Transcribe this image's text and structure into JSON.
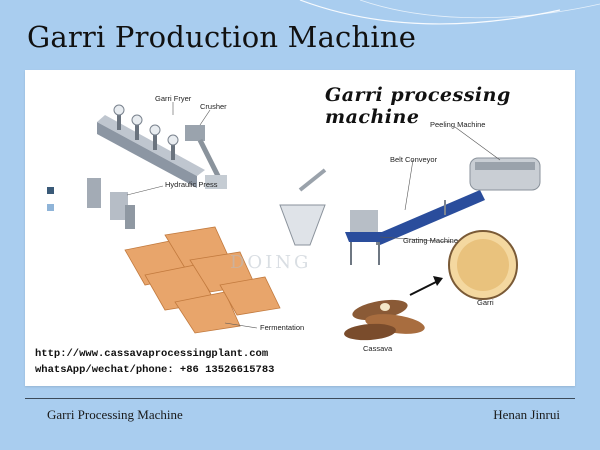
{
  "slide": {
    "title": "Garri Production Machine",
    "footer_left": "Garri Processing Machine",
    "footer_right": "Henan Jinrui"
  },
  "image": {
    "heading": "Garri processing machine",
    "watermark": "DOING",
    "labels": {
      "fryer": "Garri Fryer",
      "crusher": "Crusher",
      "press": "Hydraulic Press",
      "fermentation": "Fermentation",
      "peeling": "Peeling Machine",
      "conveyor": "Belt Conveyor",
      "grating": "Grating Machine",
      "garri": "Garri",
      "cassava": "Cassava"
    },
    "contact": {
      "url": "http://www.cassavaprocessingplant.com",
      "phone": "whatsApp/wechat/phone: +86 13526615783"
    }
  },
  "colors": {
    "background": "#a9cdef",
    "bullet_dark": "#3a5a78",
    "bullet_light": "#8fb4d8"
  }
}
